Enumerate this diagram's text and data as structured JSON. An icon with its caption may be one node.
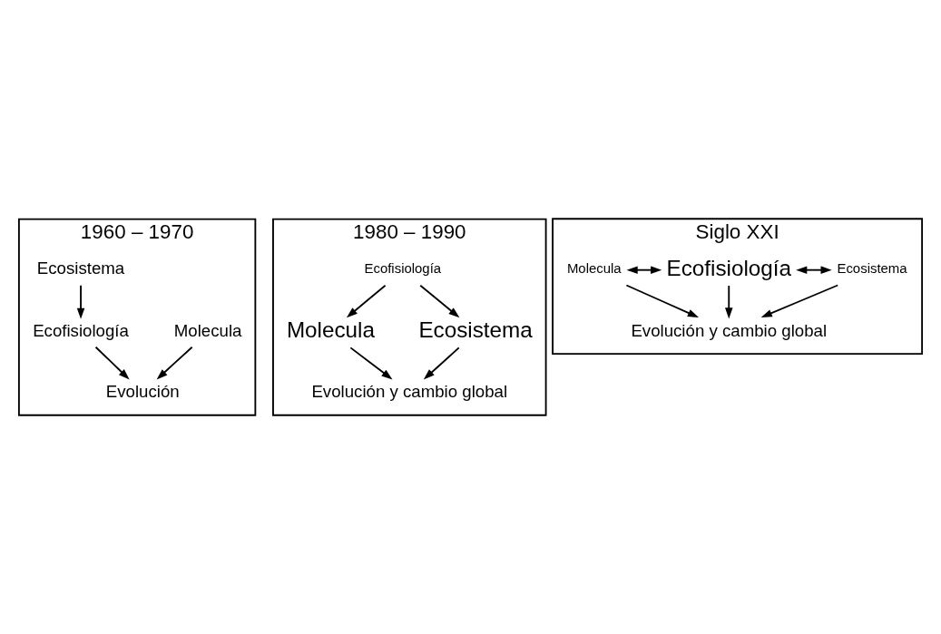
{
  "diagram": {
    "nodes": [
      {
        "text": [
          "1960 – 1970"
        ]
      },
      {
        "text": [
          "Molecula"
        ],
        "in": 0
      },
      {
        "text": [
          "Ecosistema"
        ],
        "in": 0
      },
      {
        "text": [
          "Ecofisiología"
        ],
        "in": 0
      },
      {
        "text": [
          "Evolución"
        ],
        "in": 0
      },
      {
        "text": [
          "1980 – 1990"
        ]
      },
      {
        "text": [
          "Ecofisiología"
        ],
        "in": 5
      },
      {
        "text": [
          "Molecula"
        ],
        "in": 5
      },
      {
        "text": [
          "Ecosistema"
        ],
        "in": 5
      },
      {
        "text": [
          "Evolución y cambio global"
        ],
        "in": 5
      },
      {
        "text": [
          "Siglo XXI"
        ]
      },
      {
        "text": [
          "Molecula"
        ],
        "in": 10
      },
      {
        "text": [
          "Ecofisiología"
        ],
        "in": 10
      },
      {
        "text": [
          "Ecosistema"
        ],
        "in": 10
      },
      {
        "text": [
          "Evolución y cambio global"
        ],
        "in": 10
      }
    ],
    "edges": [
      {
        "from": 1,
        "to": 4,
        "arrow": "to"
      },
      {
        "from": 2,
        "to": 3,
        "arrow": "to"
      },
      {
        "from": 3,
        "to": 4,
        "arrow": "to"
      },
      {
        "from": 6,
        "to": 7,
        "arrow": "to"
      },
      {
        "from": 6,
        "to": 8,
        "arrow": "to"
      },
      {
        "from": 7,
        "to": 9,
        "arrow": "to"
      },
      {
        "from": 8,
        "to": 9,
        "arrow": "to"
      },
      {
        "from": 11,
        "to": 12,
        "arrow": "both"
      },
      {
        "from": 12,
        "to": 13,
        "arrow": "both"
      },
      {
        "from": 12,
        "to": 14,
        "arrow": "to"
      },
      {
        "from": 11,
        "to": 14,
        "arrow": "to"
      },
      {
        "from": 13,
        "to": 14,
        "arrow": "to"
      }
    ]
  }
}
